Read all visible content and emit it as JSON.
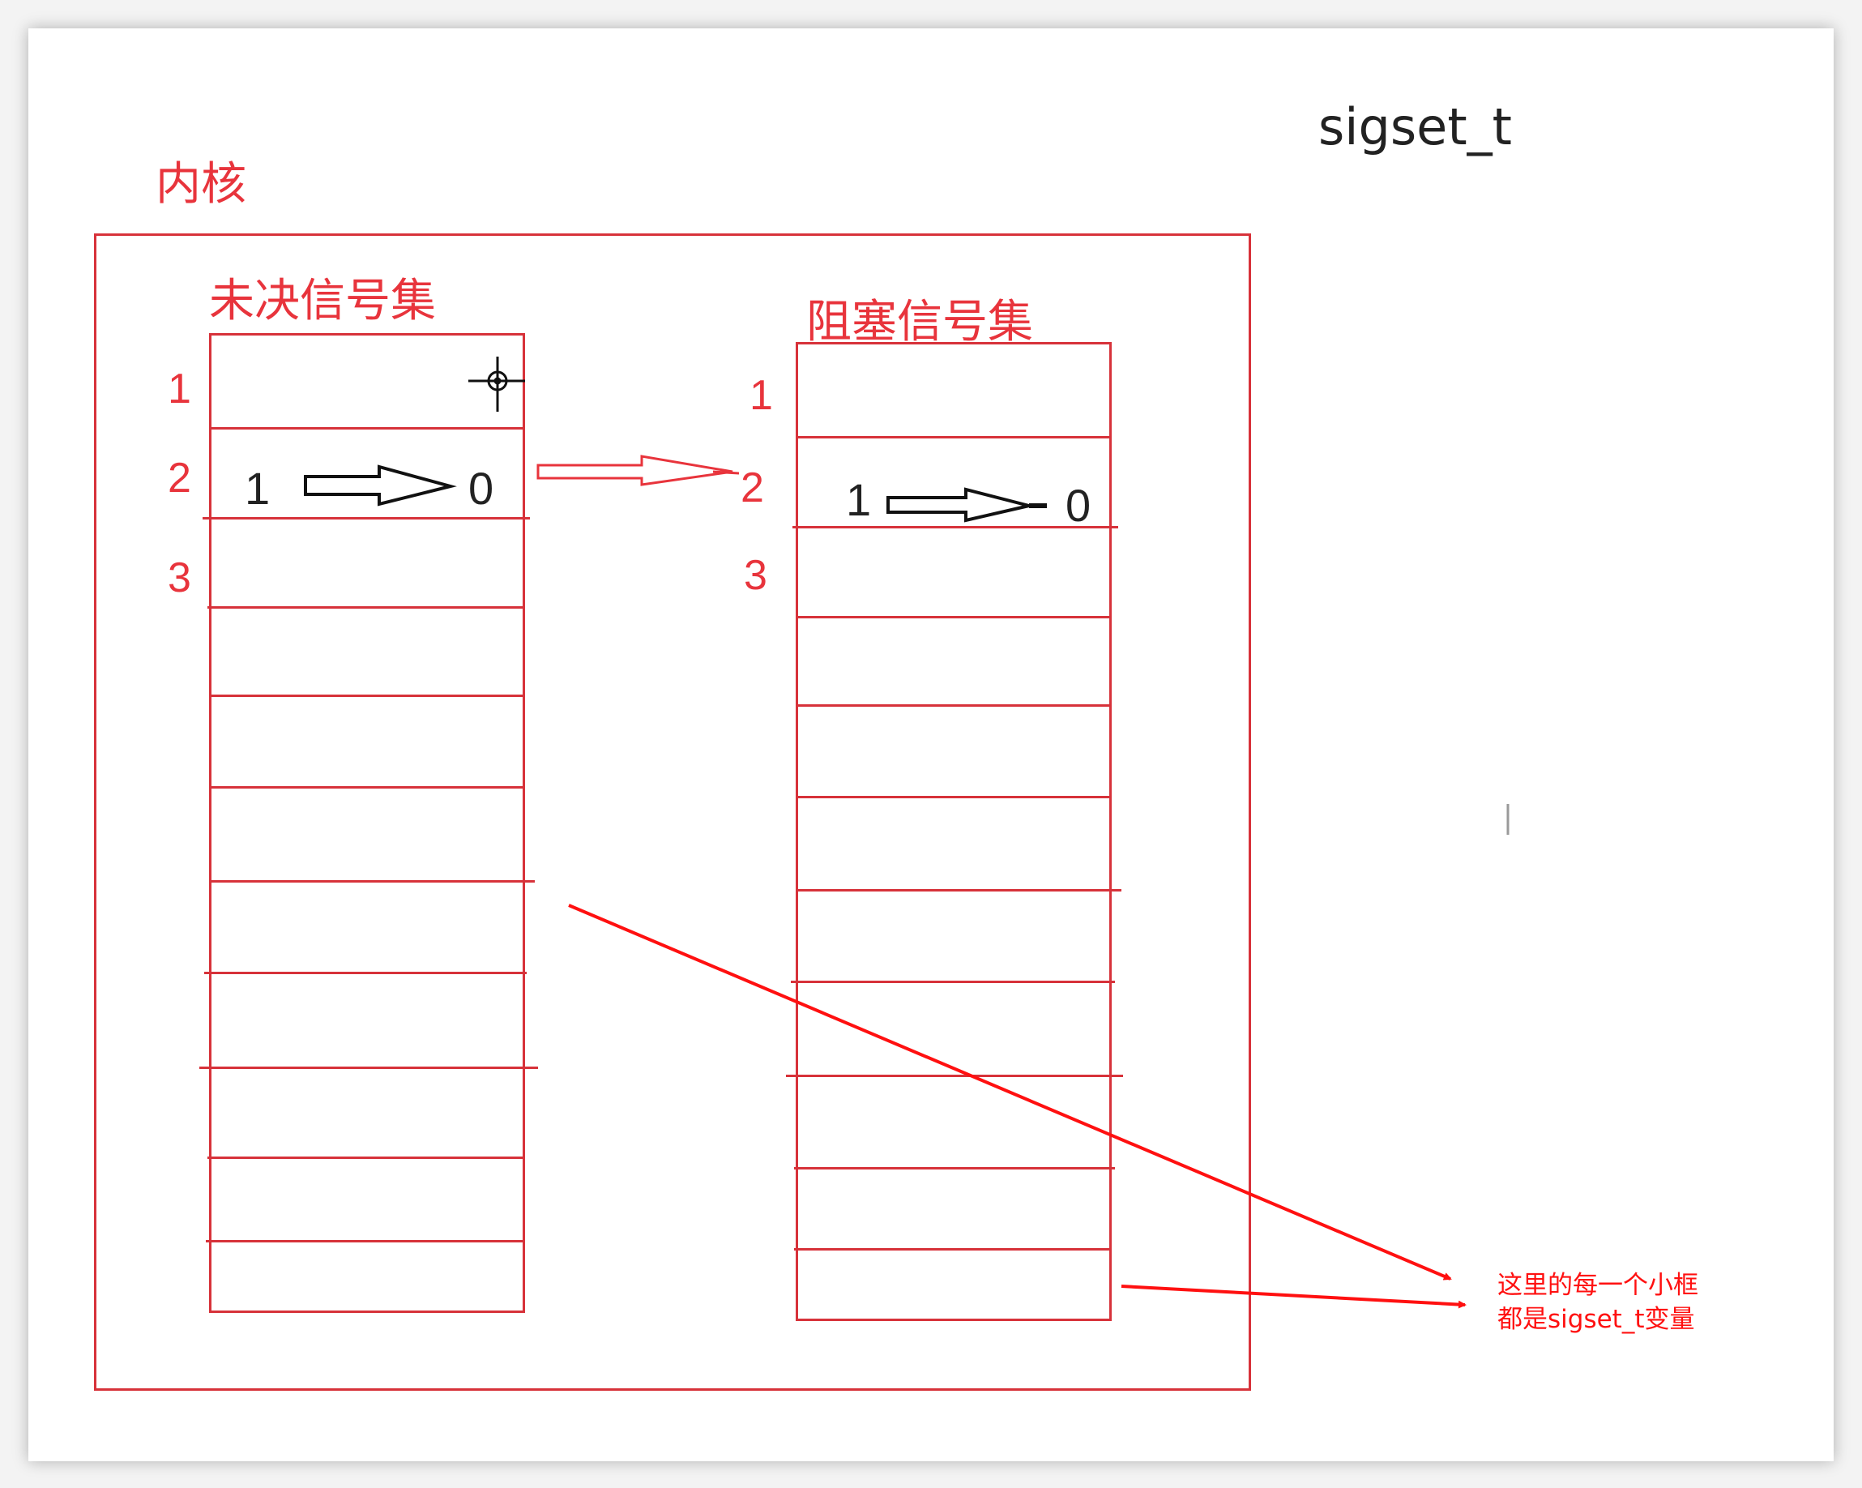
{
  "labels": {
    "kernel": "内核",
    "pending_set": "未决信号集",
    "blocked_set": "阻塞信号集",
    "type_name": "sigset_t"
  },
  "pending": {
    "indices": [
      "1",
      "2",
      "3"
    ],
    "row2_from": "1",
    "row2_to": "0"
  },
  "blocked": {
    "indices": [
      "1",
      "2",
      "3"
    ],
    "row2_from": "1",
    "row2_to": "0"
  },
  "annotation": {
    "line1": "这里的每一个小框",
    "line2": "都是sigset_t变量"
  },
  "colors": {
    "frame_red": "#d7323a",
    "text_red": "#e8343c",
    "arrow_red": "#ff1010",
    "text_dark": "#222222"
  }
}
